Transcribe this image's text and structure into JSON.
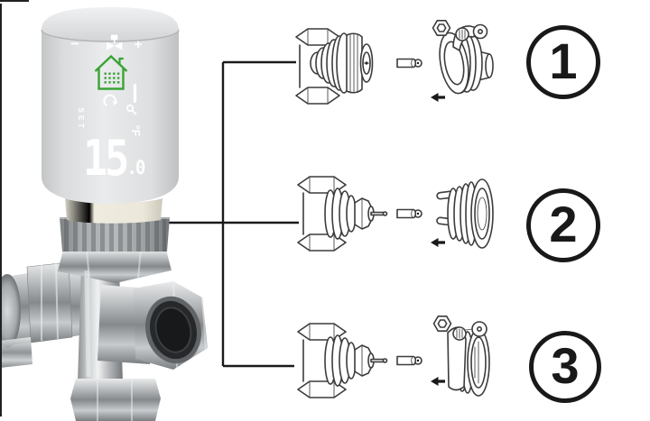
{
  "colors": {
    "background": "#ffffff",
    "line-art": "#3c3c3c",
    "connector": "#1a1a1a",
    "badge-ink": "#191919",
    "accent-green": "#3aa335",
    "display-white": "#ffffff",
    "head-gray": "#dcdedf",
    "chrome-gray": "#9fa3a6",
    "collar-cream": "#eeebde"
  },
  "thermostat": {
    "description": "smart radiator thermostat head mounted on chrome valve body",
    "controls": {
      "minus_label": "−",
      "plus_label": "+"
    },
    "display": {
      "set_label": "SET",
      "temperature": "15",
      "temperature_decimal": ".0",
      "unit": "°F",
      "icons": [
        "valve-icon",
        "house-icon",
        "sync-icon",
        "signal-bar-icon",
        "key-icon"
      ]
    }
  },
  "compatibility": {
    "rows": [
      {
        "number": "1",
        "valve": "m30-threaded-valve",
        "adapter": "clamp-screw-adapter",
        "icons": [
          "left-arrow-icon"
        ]
      },
      {
        "number": "2",
        "valve": "spindle-valve",
        "adapter": "two-prong-adapter",
        "icons": [
          "left-arrow-icon"
        ]
      },
      {
        "number": "3",
        "valve": "spindle-valve",
        "adapter": "clamp-screw-adapter",
        "icons": [
          "left-arrow-icon"
        ]
      }
    ]
  }
}
